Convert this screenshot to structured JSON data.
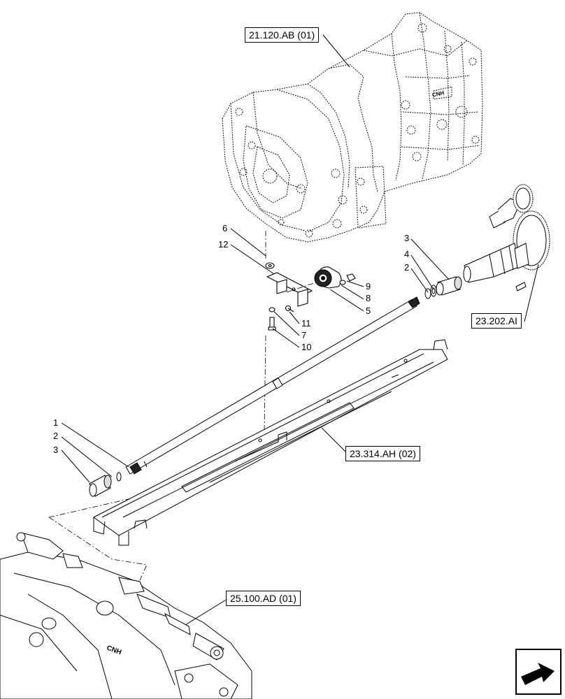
{
  "references": {
    "gearbox_housing": "21.120.AB (01)",
    "gear_assembly": "23.202.AI",
    "frame_guard": "23.314.AH (02)",
    "front_axle": "25.100.AD (01)"
  },
  "callouts": {
    "c6": "6",
    "c12": "12",
    "c9": "9",
    "c8": "8",
    "c5": "5",
    "c11": "11",
    "c7": "7",
    "c10": "10",
    "c3_top": "3",
    "c4_top": "4",
    "c2_top": "2",
    "c1": "1",
    "c2_bottom": "2",
    "c3_bottom": "3"
  },
  "housing_logo": "CNH",
  "axle_logo": "CNH",
  "nav": {
    "icon": "next-page-arrow-icon"
  }
}
